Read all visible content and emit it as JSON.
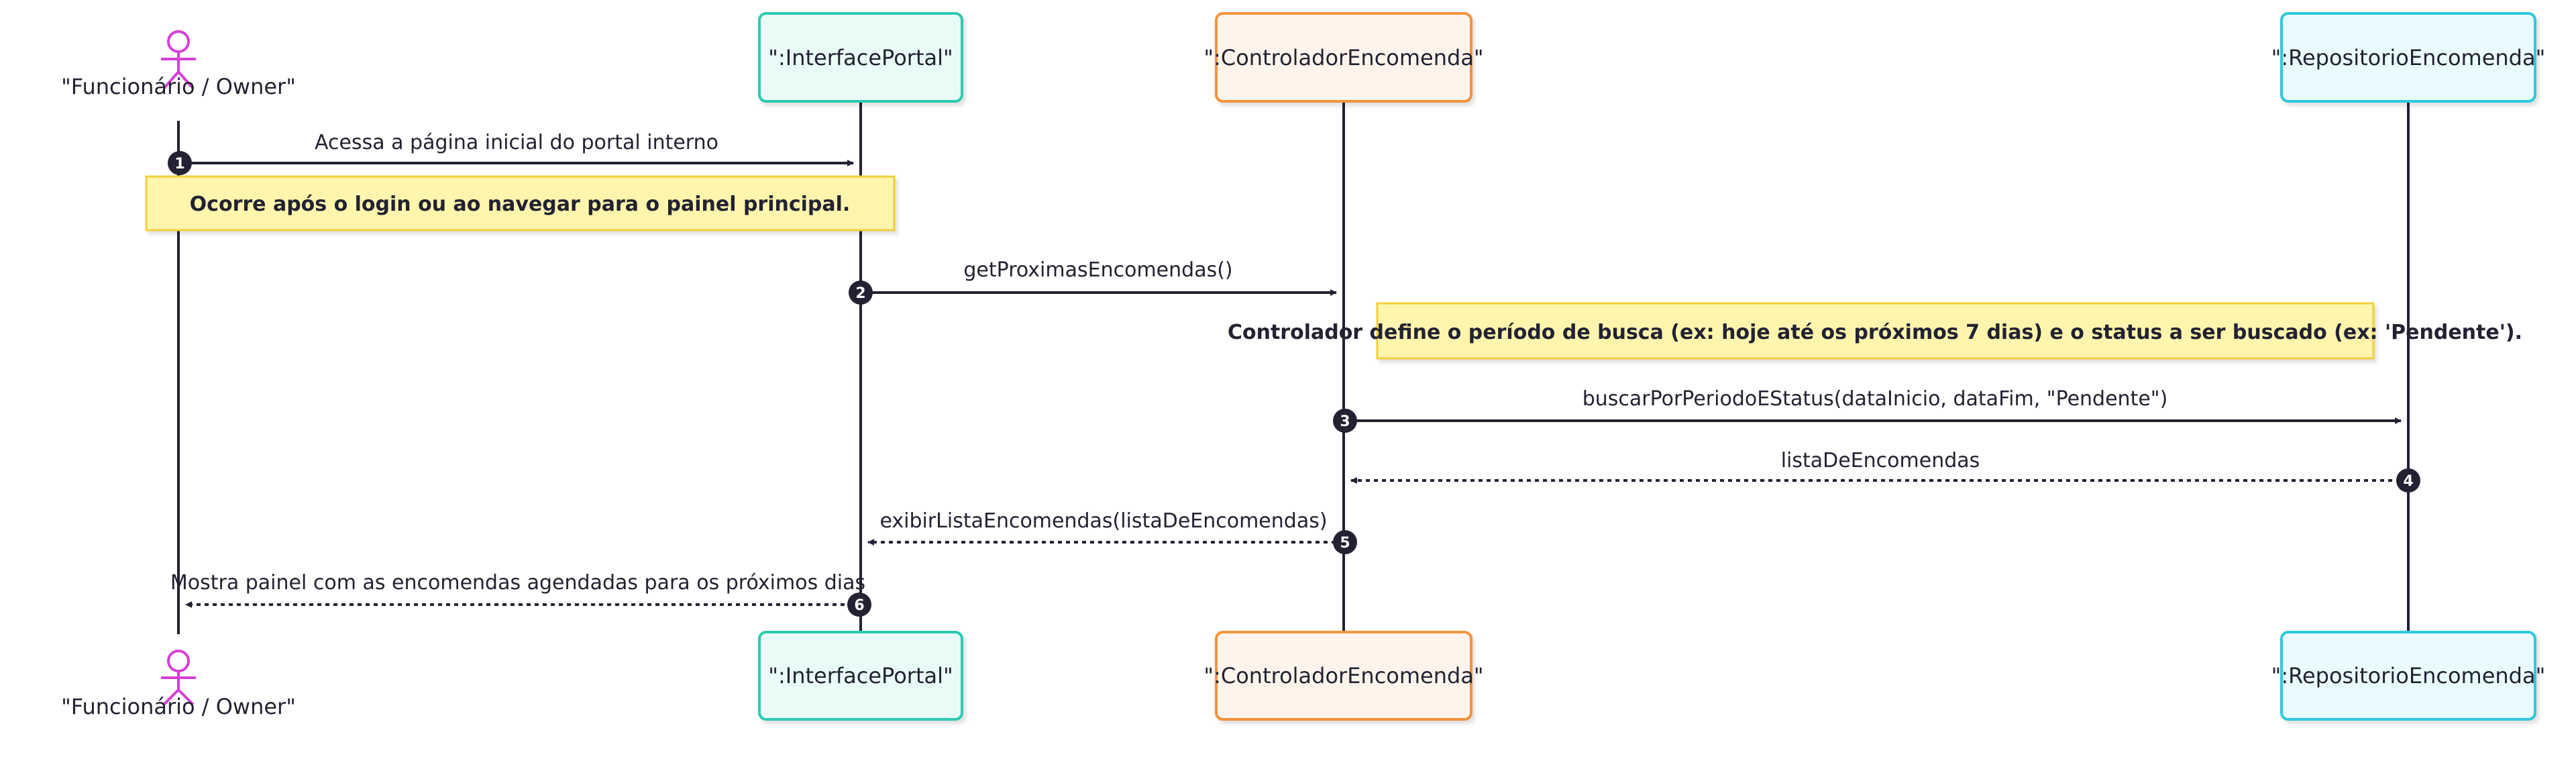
{
  "actors": [
    {
      "id": "funcionario",
      "label": "\"Funcionário / Owner\"",
      "kind": "actor",
      "color": "#d63fd6"
    },
    {
      "id": "interface",
      "label": "\":InterfacePortal\"",
      "kind": "participant",
      "fill": "#e8fbf7",
      "stroke": "#2dc9b0"
    },
    {
      "id": "controlador",
      "label": "\":ControladorEncomenda\"",
      "kind": "participant",
      "fill": "#fff4eb",
      "stroke": "#f5923e"
    },
    {
      "id": "repositorio",
      "label": "\":RepositorioEncomenda\"",
      "kind": "participant",
      "fill": "#e9fbfd",
      "stroke": "#2ec8dc"
    }
  ],
  "messages": [
    {
      "n": "1",
      "from": "funcionario",
      "to": "interface",
      "label": "Acessa a página inicial do portal interno",
      "style": "solid"
    },
    {
      "n": "2",
      "from": "interface",
      "to": "controlador",
      "label": "getProximasEncomendas()",
      "style": "solid"
    },
    {
      "n": "3",
      "from": "controlador",
      "to": "repositorio",
      "label": "buscarPorPeriodoEStatus(dataInicio, dataFim, \"Pendente\")",
      "style": "solid"
    },
    {
      "n": "4",
      "from": "repositorio",
      "to": "controlador",
      "label": "listaDeEncomendas",
      "style": "dashed"
    },
    {
      "n": "5",
      "from": "controlador",
      "to": "interface",
      "label": "exibirListaEncomendas(listaDeEncomendas)",
      "style": "dashed"
    },
    {
      "n": "6",
      "from": "interface",
      "to": "funcionario",
      "label": "Mostra painel com as encomendas agendadas para os próximos dias",
      "style": "dashed"
    }
  ],
  "notes": [
    {
      "text": "Ocorre após o login ou ao navegar para o painel principal."
    },
    {
      "text": "Controlador define o período de busca (ex: hoje até os próximos 7 dias) e o status a ser buscado (ex: 'Pendente')."
    }
  ],
  "colors": {
    "line": "#222233",
    "note_fill": "#fff5ad",
    "note_stroke": "#f2cf3c",
    "badge": "#222233"
  }
}
